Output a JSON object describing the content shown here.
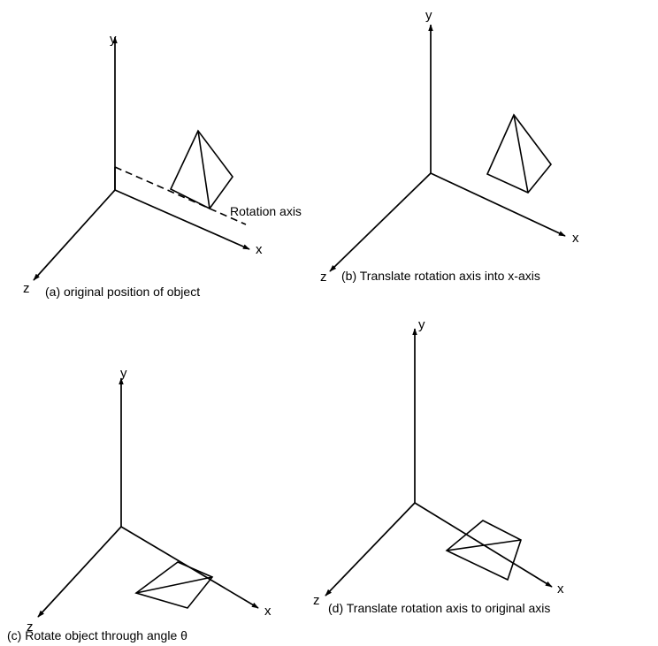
{
  "panels": [
    {
      "id": "a",
      "caption": "(a) original position of object",
      "x_label": "x",
      "y_label": "y",
      "z_label": "z",
      "annotation": "Rotation axis"
    },
    {
      "id": "b",
      "caption": "(b) Translate rotation axis into x-axis",
      "x_label": "x",
      "y_label": "y",
      "z_label": "z"
    },
    {
      "id": "c",
      "caption": "(c) Rotate object through angle θ",
      "x_label": "x",
      "y_label": "y",
      "z_label": "z"
    },
    {
      "id": "d",
      "caption": "(d) Translate rotation axis to original axis",
      "x_label": "x",
      "y_label": "y",
      "z_label": "z"
    }
  ]
}
